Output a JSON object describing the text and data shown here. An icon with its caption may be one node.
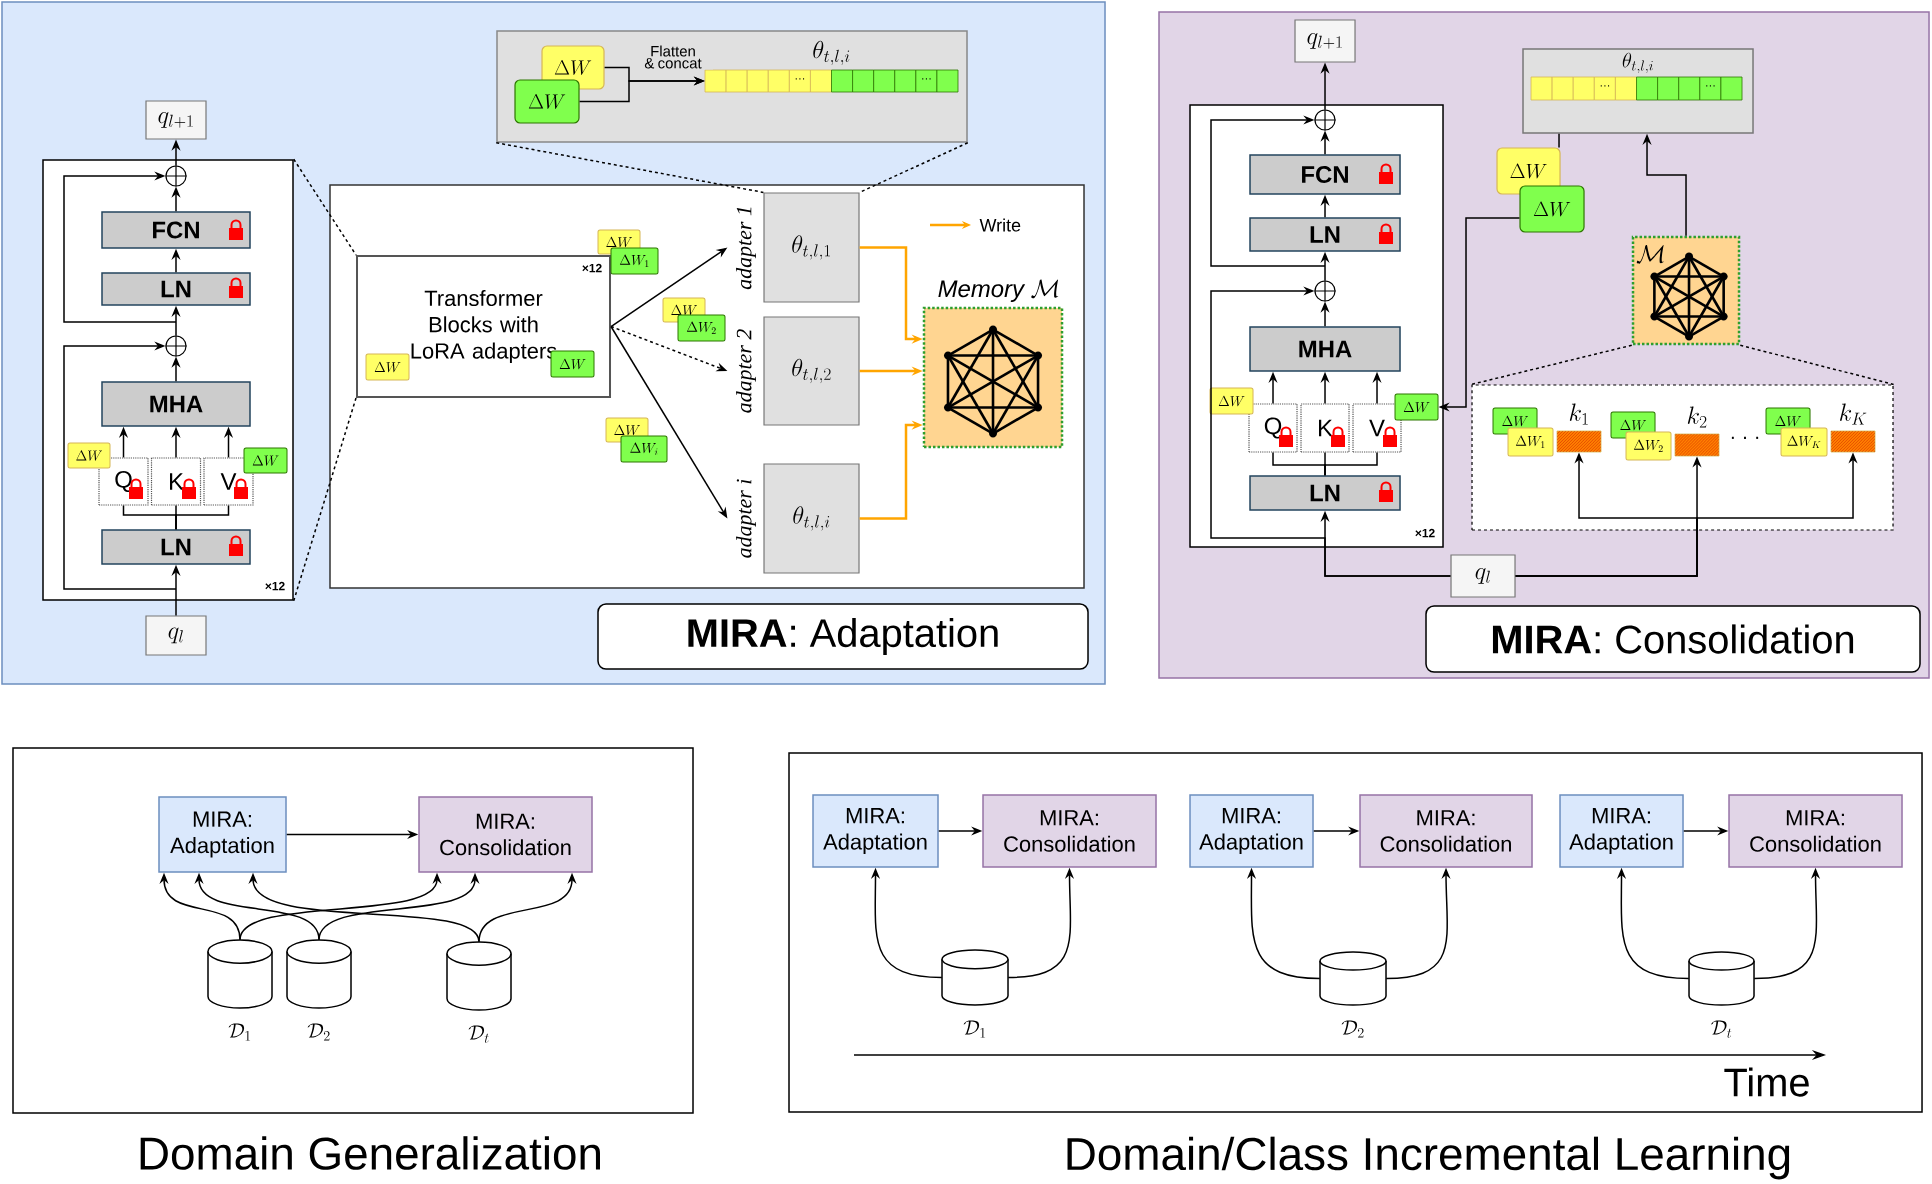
{
  "diagram": {
    "nodes": [
      {
        "text": [],
        "shape": "box"
      },
      {
        "text": [
          "×12"
        ],
        "in": 0
      },
      {
        "text": [
          "q_{l+1}"
        ],
        "in": 0
      },
      {
        "text": [],
        "shape": "circle",
        "in": 1
      },
      {
        "text": [
          "FCN"
        ],
        "in": 1
      },
      {
        "text": [
          "LN"
        ],
        "in": 1
      },
      {
        "text": [],
        "shape": "circle",
        "in": 1
      },
      {
        "text": [
          "MHA"
        ],
        "in": 1
      },
      {
        "text": [
          "Q"
        ],
        "in": 1
      },
      {
        "text": [
          "K"
        ],
        "in": 1
      },
      {
        "text": [
          "V"
        ],
        "in": 1
      },
      {
        "text": [
          "LN"
        ],
        "in": 1
      },
      {
        "text": [
          "\\Delta W"
        ],
        "in": 1
      },
      {
        "text": [
          "\\Delta W"
        ],
        "in": 1
      },
      {
        "text": [
          "q_l"
        ],
        "in": 0
      },
      {
        "text": [],
        "shape": "box",
        "in": 0
      },
      {
        "text": [
          "×12",
          "Transformer Blocks with LoRA adapters"
        ],
        "in": 15
      },
      {
        "text": [
          "\\Delta W"
        ],
        "in": 16
      },
      {
        "text": [
          "\\Delta W"
        ],
        "in": 16
      },
      {
        "text": [
          "\\theta_{t,l,1}"
        ],
        "beside": [
          "adapter 1"
        ],
        "in": 15
      },
      {
        "text": [
          "\\theta_{t,l,2}"
        ],
        "beside": [
          "adapter 2"
        ],
        "in": 15
      },
      {
        "text": [
          "\\theta_{t,l,i}"
        ],
        "beside": [
          "adapter i"
        ],
        "in": 15
      },
      {
        "text": [
          "\\Delta W"
        ],
        "in": 15
      },
      {
        "text": [
          "\\Delta W_1"
        ],
        "in": 15
      },
      {
        "text": [
          "\\Delta W"
        ],
        "in": 15
      },
      {
        "text": [
          "\\Delta W_2"
        ],
        "in": 15
      },
      {
        "text": [
          "\\Delta W"
        ],
        "in": 15
      },
      {
        "text": [
          "\\Delta W_i"
        ],
        "in": 15
      },
      {
        "text": [
          "\\mathit{Memory}\\ \\mathcal{M}"
        ],
        "in": 15
      },
      {
        "text": [],
        "shape": "box",
        "in": 0
      },
      {
        "text": [
          "\\Delta W"
        ],
        "in": 29
      },
      {
        "text": [
          "\\Delta W"
        ],
        "in": 29
      },
      {
        "text": [
          "\\theta_{t,l,i}"
        ],
        "in": 29
      },
      {
        "text": [
          "**MIRA**: Adaptation"
        ],
        "in": 0
      },
      {
        "text": [],
        "shape": "box"
      },
      {
        "text": [
          "q_{l+1}"
        ],
        "in": 34
      },
      {
        "text": [
          "×12"
        ],
        "in": 34
      },
      {
        "text": [],
        "shape": "circle",
        "in": 36
      },
      {
        "text": [
          "FCN"
        ],
        "in": 36
      },
      {
        "text": [
          "LN"
        ],
        "in": 36
      },
      {
        "text": [],
        "shape": "circle",
        "in": 36
      },
      {
        "text": [
          "MHA"
        ],
        "in": 36
      },
      {
        "text": [
          "Q"
        ],
        "in": 36
      },
      {
        "text": [
          "K"
        ],
        "in": 36
      },
      {
        "text": [
          "V"
        ],
        "in": 36
      },
      {
        "text": [
          "LN"
        ],
        "in": 36
      },
      {
        "text": [
          "\\Delta W"
        ],
        "in": 36
      },
      {
        "text": [
          "\\Delta W"
        ],
        "in": 36
      },
      {
        "text": [
          "\\theta_{t,l,i}"
        ],
        "in": 34
      },
      {
        "text": [
          "\\Delta W"
        ],
        "in": 34
      },
      {
        "text": [
          "\\Delta W"
        ],
        "in": 34
      },
      {
        "text": [
          "\\mathcal{M}"
        ],
        "in": 34
      },
      {
        "text": [],
        "shape": "box",
        "in": 34
      },
      {
        "text": [
          "\\Delta W"
        ],
        "in": 52
      },
      {
        "text": [
          "\\Delta W_1"
        ],
        "in": 52
      },
      {
        "text": [
          "k_1"
        ],
        "in": 52
      },
      {
        "text": [
          "\\Delta W"
        ],
        "in": 52
      },
      {
        "text": [
          "\\Delta W_2"
        ],
        "in": 52
      },
      {
        "text": [
          "k_2"
        ],
        "in": 52
      },
      {
        "text": [
          "\\Delta W"
        ],
        "in": 52
      },
      {
        "text": [
          "\\Delta W_K"
        ],
        "in": 52
      },
      {
        "text": [
          "k_K"
        ],
        "in": 52
      },
      {
        "text": [
          "q_l"
        ],
        "in": 34
      },
      {
        "text": [
          "**MIRA**: Consolidation"
        ],
        "in": 34
      },
      {
        "text": [],
        "shape": "box"
      },
      {
        "text": [
          "MIRA: Adaptation"
        ],
        "in": 64
      },
      {
        "text": [
          "MIRA: Consolidation"
        ],
        "in": 64
      },
      {
        "text": [],
        "shape": "cylinder",
        "beside": [
          "\\mathcal{D}_1"
        ],
        "in": 64
      },
      {
        "text": [],
        "shape": "cylinder",
        "beside": [
          "\\mathcal{D}_2"
        ],
        "in": 64
      },
      {
        "text": [],
        "shape": "cylinder",
        "beside": [
          "\\mathcal{D}_t"
        ],
        "in": 64
      },
      {
        "text": [],
        "shape": "box"
      },
      {
        "text": [
          "MIRA: Adaptation"
        ],
        "in": 70
      },
      {
        "text": [
          "MIRA: Consolidation"
        ],
        "in": 70
      },
      {
        "text": [],
        "shape": "cylinder",
        "beside": [
          "\\mathcal{D}_1"
        ],
        "in": 70
      },
      {
        "text": [
          "MIRA: Adaptation"
        ],
        "in": 70
      },
      {
        "text": [
          "MIRA: Consolidation"
        ],
        "in": 70
      },
      {
        "text": [],
        "shape": "cylinder",
        "beside": [
          "\\mathcal{D}_2"
        ],
        "in": 70
      },
      {
        "text": [
          "MIRA: Adaptation"
        ],
        "in": 70
      },
      {
        "text": [
          "MIRA: Consolidation"
        ],
        "in": 70
      },
      {
        "text": [],
        "shape": "cylinder",
        "beside": [
          "\\mathcal{D}_t"
        ],
        "in": 70
      }
    ],
    "edges": [
      {
        "from": 14,
        "to": 11,
        "arrow": "to"
      },
      {
        "from": 11,
        "to": 8,
        "arrow": "none"
      },
      {
        "from": 11,
        "to": 9,
        "arrow": "none"
      },
      {
        "from": 11,
        "to": 10,
        "arrow": "none"
      },
      {
        "from": 8,
        "to": 7,
        "arrow": "to"
      },
      {
        "from": 9,
        "to": 7,
        "arrow": "to"
      },
      {
        "from": 10,
        "to": 7,
        "arrow": "to"
      },
      {
        "from": 7,
        "to": 6,
        "arrow": "to"
      },
      {
        "from": 14,
        "to": 6,
        "arrow": "to"
      },
      {
        "from": 6,
        "to": 5,
        "arrow": "to"
      },
      {
        "from": 5,
        "to": 4,
        "arrow": "to"
      },
      {
        "from": 4,
        "to": 3,
        "arrow": "to"
      },
      {
        "from": 6,
        "to": 3,
        "arrow": "to"
      },
      {
        "from": 3,
        "to": 2,
        "arrow": "to"
      },
      {
        "from": 1,
        "to": 16,
        "arrow": "none",
        "style": "dashed"
      },
      {
        "from": 1,
        "to": 16,
        "arrow": "none",
        "style": "dashed"
      },
      {
        "from": 29,
        "to": 19,
        "arrow": "none",
        "style": "dashed"
      },
      {
        "from": 29,
        "to": 19,
        "arrow": "none",
        "style": "dashed"
      },
      {
        "from": 16,
        "to": 19,
        "arrow": "to"
      },
      {
        "from": 16,
        "to": 20,
        "arrow": "to",
        "style": "dashed"
      },
      {
        "from": 16,
        "to": 21,
        "arrow": "to"
      },
      {
        "from": 19,
        "to": 28,
        "arrow": "to",
        "color": "#ffa500"
      },
      {
        "from": 20,
        "to": 28,
        "arrow": "to",
        "color": "#ffa500"
      },
      {
        "from": 21,
        "to": 28,
        "arrow": "to",
        "color": "#ffa500"
      },
      {
        "from": 30,
        "to": 32,
        "arrow": "to",
        "label": "Flatten & concat"
      },
      {
        "from": 31,
        "to": 32,
        "arrow": "to"
      },
      {
        "from": 62,
        "to": 45,
        "arrow": "to"
      },
      {
        "from": 45,
        "to": 42,
        "arrow": "none"
      },
      {
        "from": 45,
        "to": 43,
        "arrow": "none"
      },
      {
        "from": 45,
        "to": 44,
        "arrow": "none"
      },
      {
        "from": 42,
        "to": 41,
        "arrow": "to"
      },
      {
        "from": 43,
        "to": 41,
        "arrow": "to"
      },
      {
        "from": 44,
        "to": 41,
        "arrow": "to"
      },
      {
        "from": 41,
        "to": 40,
        "arrow": "to"
      },
      {
        "from": 62,
        "to": 40,
        "arrow": "to"
      },
      {
        "from": 40,
        "to": 39,
        "arrow": "to"
      },
      {
        "from": 39,
        "to": 38,
        "arrow": "to"
      },
      {
        "from": 38,
        "to": 37,
        "arrow": "to"
      },
      {
        "from": 40,
        "to": 37,
        "arrow": "to"
      },
      {
        "from": 37,
        "to": 35,
        "arrow": "to"
      },
      {
        "from": 48,
        "to": 49,
        "arrow": "none"
      },
      {
        "from": 50,
        "to": 47,
        "arrow": "to"
      },
      {
        "from": 51,
        "to": 48,
        "arrow": "to"
      },
      {
        "from": 51,
        "to": 52,
        "arrow": "none",
        "style": "dashed"
      },
      {
        "from": 51,
        "to": 52,
        "arrow": "none",
        "style": "dashed"
      },
      {
        "from": 62,
        "to": 55,
        "arrow": "to"
      },
      {
        "from": 62,
        "to": 58,
        "arrow": "to"
      },
      {
        "from": 62,
        "to": 61,
        "arrow": "to"
      },
      {
        "from": 65,
        "to": 66,
        "arrow": "to"
      },
      {
        "from": 67,
        "to": 65,
        "arrow": "to"
      },
      {
        "from": 67,
        "to": 66,
        "arrow": "to"
      },
      {
        "from": 68,
        "to": 65,
        "arrow": "to"
      },
      {
        "from": 68,
        "to": 66,
        "arrow": "to"
      },
      {
        "from": 69,
        "to": 65,
        "arrow": "to"
      },
      {
        "from": 69,
        "to": 66,
        "arrow": "to"
      },
      {
        "from": 71,
        "to": 72,
        "arrow": "to"
      },
      {
        "from": 73,
        "to": 71,
        "arrow": "to"
      },
      {
        "from": 73,
        "to": 72,
        "arrow": "to"
      },
      {
        "from": 74,
        "to": 75,
        "arrow": "to"
      },
      {
        "from": 76,
        "to": 74,
        "arrow": "to"
      },
      {
        "from": 76,
        "to": 75,
        "arrow": "to"
      },
      {
        "from": 77,
        "to": 78,
        "arrow": "to"
      },
      {
        "from": 79,
        "to": 77,
        "arrow": "to"
      },
      {
        "from": 79,
        "to": 78,
        "arrow": "to"
      }
    ],
    "labels": [
      "···",
      "···",
      "···",
      "···",
      "· · ·",
      "Time",
      "Domain Generalization",
      "Domain/Class Incremental Learning"
    ],
    "legend": [
      {
        "text": "Write"
      }
    ]
  }
}
